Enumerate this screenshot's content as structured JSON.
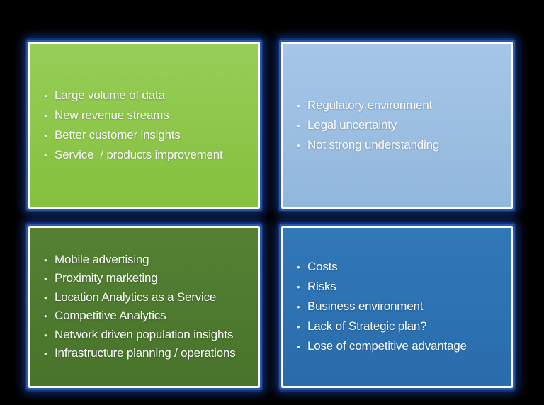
{
  "slide": {
    "background_color": "#000000",
    "border_inner_color": "#FFFFFF",
    "border_glow_color": "#2B57A8",
    "text_color": "#FAFAFA",
    "bullet_glyph": "•",
    "quadrants": [
      {
        "name": "quadrant-top-left",
        "fill": "#8DC74A",
        "fill_top": "#97CE58",
        "fill_bottom": "#85C03E",
        "items": [
          "Large volume of data",
          "New revenue streams",
          "Better customer insights",
          "Service  / products improvement"
        ]
      },
      {
        "name": "quadrant-top-right",
        "fill": "#9ABDE2",
        "fill_top": "#A6C6E8",
        "fill_bottom": "#92B7DD",
        "items": [
          "Regulatory environment",
          "Legal uncertainty",
          "Not strong understanding"
        ]
      },
      {
        "name": "quadrant-bottom-left",
        "fill": "#4E7B2F",
        "fill_top": "#558134",
        "fill_bottom": "#48742B",
        "items": [
          "Mobile advertising",
          "Proximity marketing",
          "Location Analytics as a Service",
          "Competitive Analytics",
          "Network driven population insights",
          "Infrastructure planning / operations"
        ]
      },
      {
        "name": "quadrant-bottom-right",
        "fill": "#2D72B3",
        "fill_top": "#3178B9",
        "fill_bottom": "#296CAC",
        "items": [
          "Costs",
          "Risks",
          "Business environment",
          "Lack of Strategic plan?",
          "Lose of competitive advantage"
        ]
      }
    ]
  }
}
